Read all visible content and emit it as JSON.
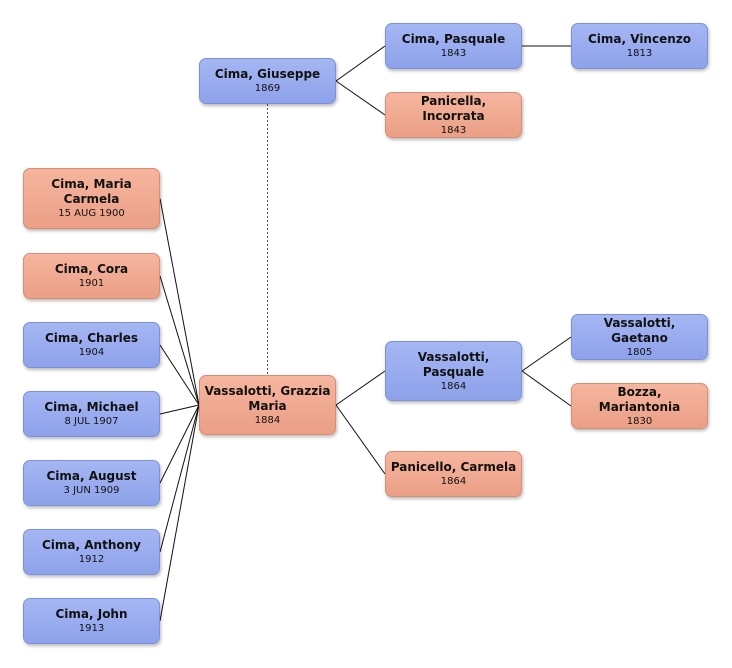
{
  "persons": {
    "giuseppe": {
      "name": "Cima, Giuseppe",
      "date": "1869",
      "sex": "male"
    },
    "pasquale_cima": {
      "name": "Cima, Pasquale",
      "date": "1843",
      "sex": "male"
    },
    "vincenzo": {
      "name": "Cima, Vincenzo",
      "date": "1813",
      "sex": "male"
    },
    "incorrata": {
      "name": "Panicella, Incorrata",
      "date": "1843",
      "sex": "female"
    },
    "grazzia": {
      "name": "Vassalotti, Grazzia Maria",
      "date": "1884",
      "sex": "female"
    },
    "pasquale_v": {
      "name": "Vassalotti, Pasquale",
      "date": "1864",
      "sex": "male"
    },
    "gaetano": {
      "name": "Vassalotti, Gaetano",
      "date": "1805",
      "sex": "male"
    },
    "mariantonia": {
      "name": "Bozza, Mariantonia",
      "date": "1830",
      "sex": "female"
    },
    "carmela": {
      "name": "Panicello, Carmela",
      "date": "1864",
      "sex": "female"
    },
    "maria_carmela": {
      "name": "Cima, Maria Carmela",
      "date": "15 AUG 1900",
      "sex": "female"
    },
    "cora": {
      "name": "Cima, Cora",
      "date": "1901",
      "sex": "female"
    },
    "charles": {
      "name": "Cima, Charles",
      "date": "1904",
      "sex": "male"
    },
    "michael": {
      "name": "Cima, Michael",
      "date": "8 JUL 1907",
      "sex": "male"
    },
    "august": {
      "name": "Cima, August",
      "date": "3 JUN 1909",
      "sex": "male"
    },
    "anthony": {
      "name": "Cima, Anthony",
      "date": "1912",
      "sex": "male"
    },
    "john": {
      "name": "Cima, John",
      "date": "1913",
      "sex": "male"
    }
  },
  "colors": {
    "male": "#8ea2eb",
    "female": "#eb9f86",
    "line": "#111111",
    "spouse_line": "#555555"
  },
  "relations": {
    "parent_links": [
      [
        "giuseppe",
        "pasquale_cima"
      ],
      [
        "giuseppe",
        "incorrata"
      ],
      [
        "pasquale_cima",
        "vincenzo"
      ],
      [
        "grazzia",
        "pasquale_v"
      ],
      [
        "grazzia",
        "carmela"
      ],
      [
        "pasquale_v",
        "gaetano"
      ],
      [
        "pasquale_v",
        "mariantonia"
      ]
    ],
    "child_links": [
      [
        "grazzia",
        "maria_carmela"
      ],
      [
        "grazzia",
        "cora"
      ],
      [
        "grazzia",
        "charles"
      ],
      [
        "grazzia",
        "michael"
      ],
      [
        "grazzia",
        "august"
      ],
      [
        "grazzia",
        "anthony"
      ],
      [
        "grazzia",
        "john"
      ]
    ],
    "spouse_links": [
      [
        "giuseppe",
        "grazzia"
      ]
    ]
  }
}
